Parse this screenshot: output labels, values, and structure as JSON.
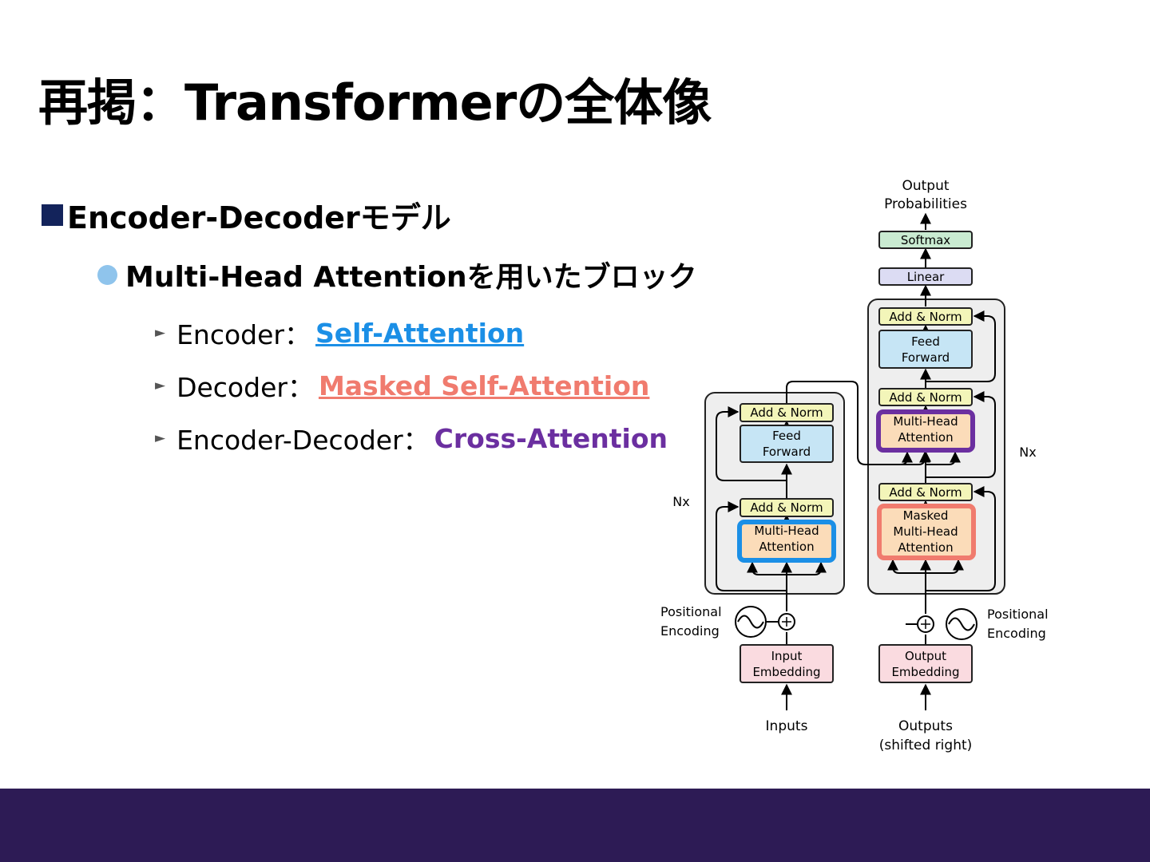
{
  "slide": {
    "title": "再掲：Transformerの全体像",
    "bullet1": "Encoder-Decoderモデル",
    "bullet2": "Multi-Head Attentionを用いたブロック",
    "items": [
      {
        "label": "Encoder：",
        "keyword": "Self-Attention",
        "color": "#1b8fe6"
      },
      {
        "label": "Decoder：",
        "keyword": "Masked Self-Attention",
        "color": "#f07b6e"
      },
      {
        "label": "Encoder-Decoder：",
        "keyword": "Cross-Attention",
        "color": "#6b2fa0"
      }
    ],
    "footer_color": "#2d1b55"
  },
  "diagram": {
    "output_probabilities": [
      "Output",
      "Probabilities"
    ],
    "softmax": "Softmax",
    "linear": "Linear",
    "add_norm": "Add & Norm",
    "feed_forward": [
      "Feed",
      "Forward"
    ],
    "multi_head": [
      "Multi-Head",
      "Attention"
    ],
    "masked_multi_head": [
      "Masked",
      "Multi-Head",
      "Attention"
    ],
    "nx": "Nx",
    "positional_encoding": [
      "Positional",
      "Encoding"
    ],
    "input_embedding": [
      "Input",
      "Embedding"
    ],
    "output_embedding": [
      "Output",
      "Embedding"
    ],
    "inputs": "Inputs",
    "outputs": [
      "Outputs",
      "(shifted right)"
    ],
    "colors": {
      "add_norm": "#f3f5b9",
      "feed_forward": "#c6e5f5",
      "attention": "#fbdcb9",
      "embedding": "#fadbe0",
      "softmax": "#c9ebd1",
      "linear": "#dcdcf3",
      "block_bg": "#eeeeee",
      "self_attention_border": "#1b8fe6",
      "masked_attention_border": "#f07b6e",
      "cross_attention_border": "#6b2fa0"
    }
  }
}
